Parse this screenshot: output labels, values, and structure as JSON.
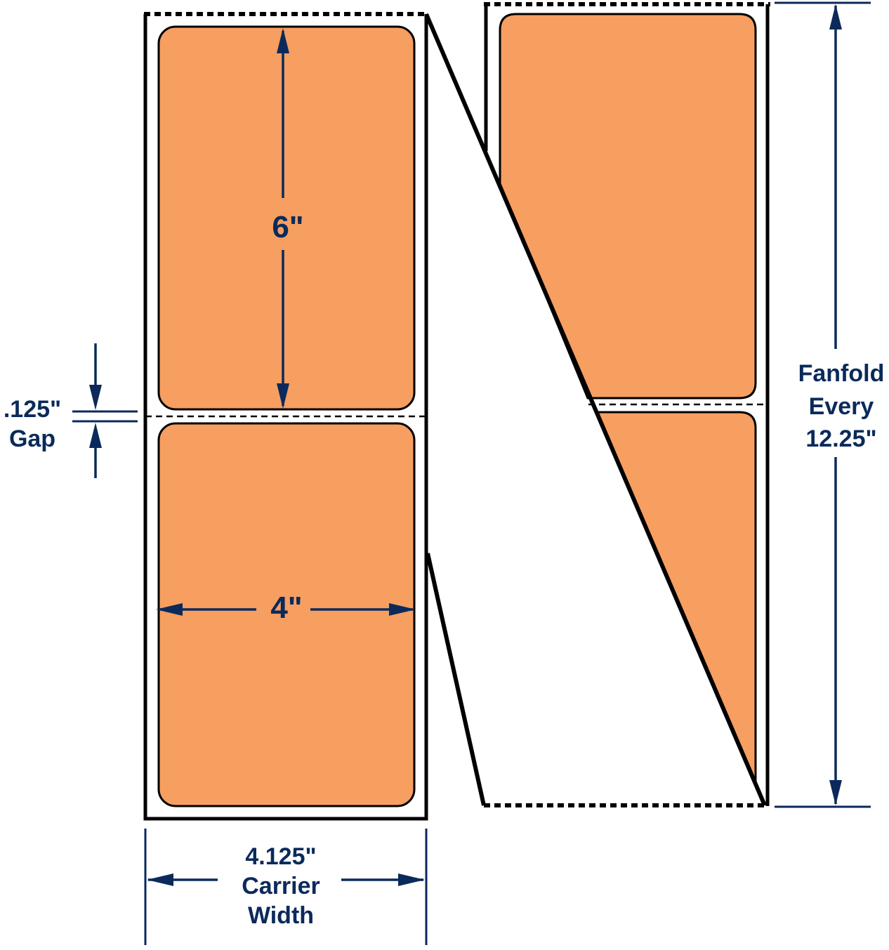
{
  "colors": {
    "label_fill": "#F79E61",
    "outline": "#000000",
    "dimension": "#0B2A5B",
    "background": "#FFFFFF"
  },
  "dimensions": {
    "label_height": "6\"",
    "label_width": "4\"",
    "gap_value": ".125\"",
    "gap_label": "Gap",
    "carrier_value": "4.125\"",
    "carrier_line1": "Carrier",
    "carrier_line2": "Width",
    "fanfold_line1": "Fanfold",
    "fanfold_line2": "Every",
    "fanfold_value": "12.25\""
  }
}
